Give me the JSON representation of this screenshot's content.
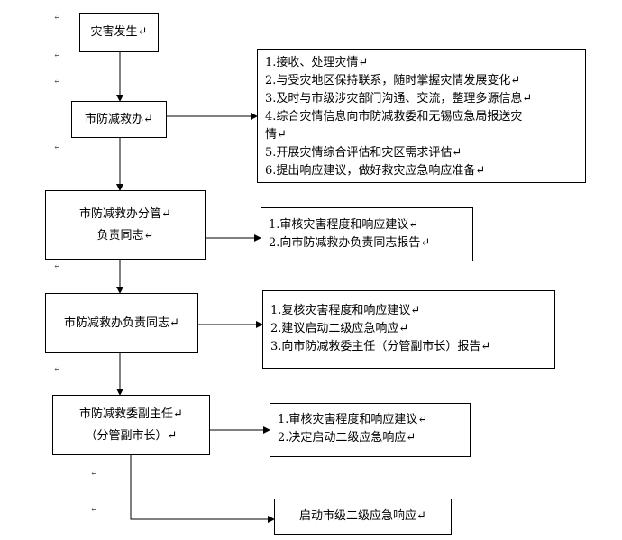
{
  "nodes": {
    "occur": {
      "line1": "灾害发生↵"
    },
    "office": {
      "line1": "市防减救办↵"
    },
    "deputy": {
      "line1": "市防减救办分管↵",
      "line2": "负责同志↵"
    },
    "head": {
      "line1": "市防减救办负责同志↵"
    },
    "vice_mayor": {
      "line1": "市防减救委副主任↵",
      "line2": "（分管副市长）↵"
    },
    "start": {
      "line1": "启动市级二级应急响应↵"
    }
  },
  "details": {
    "office": [
      "1.接收、处理灾情↵",
      "2.与受灾地区保持联系，随时掌握灾情发展变化↵",
      "3.及时与市级涉灾部门沟通、交流，整理多源信息↵",
      "4.综合灾情信息向市防减救委和无锡应急局报送灾",
      "情↵",
      "5.开展灾情综合评估和灾区需求评估↵",
      "6.提出响应建议，做好救灾应急响应准备↵"
    ],
    "deputy": [
      "1.审核灾害程度和响应建议↵",
      "2.向市防减救办负责同志报告↵"
    ],
    "head": [
      "1.复核灾害程度和响应建议↵",
      "2.建议启动二级应急响应↵",
      "3.向市防减救委主任（分管副市长）报告↵"
    ],
    "vice_mayor": [
      "1.审核灾害程度和响应建议↵",
      "2.决定启动二级应急响应↵"
    ]
  },
  "para_mark": "↵"
}
